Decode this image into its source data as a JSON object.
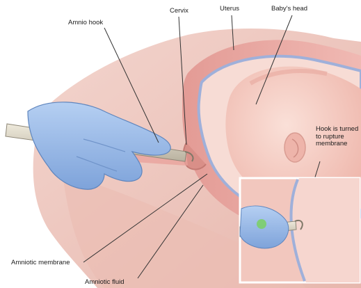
{
  "labels": {
    "amnio_hook": "Amnio hook",
    "cervix": "Cervix",
    "uterus": "Uterus",
    "babys_head": "Baby's head",
    "hook_turned": "Hook is turned to rupture membrane",
    "amniotic_membrane": "Amniotic membrane",
    "amniotic_fluid": "Amniotic fluid"
  },
  "icons": [
    "gloved-hand",
    "amnio-hook-instrument",
    "uterus",
    "fetal-head",
    "inset-detail"
  ],
  "colors": {
    "skin": "#f1c9c0",
    "uterine_wall": "#e9a9a2",
    "fetal_head": "#f6cfc6",
    "glove": "#8fb4e6",
    "membrane": "#aab6dc",
    "instrument": "#d9d3c3"
  }
}
